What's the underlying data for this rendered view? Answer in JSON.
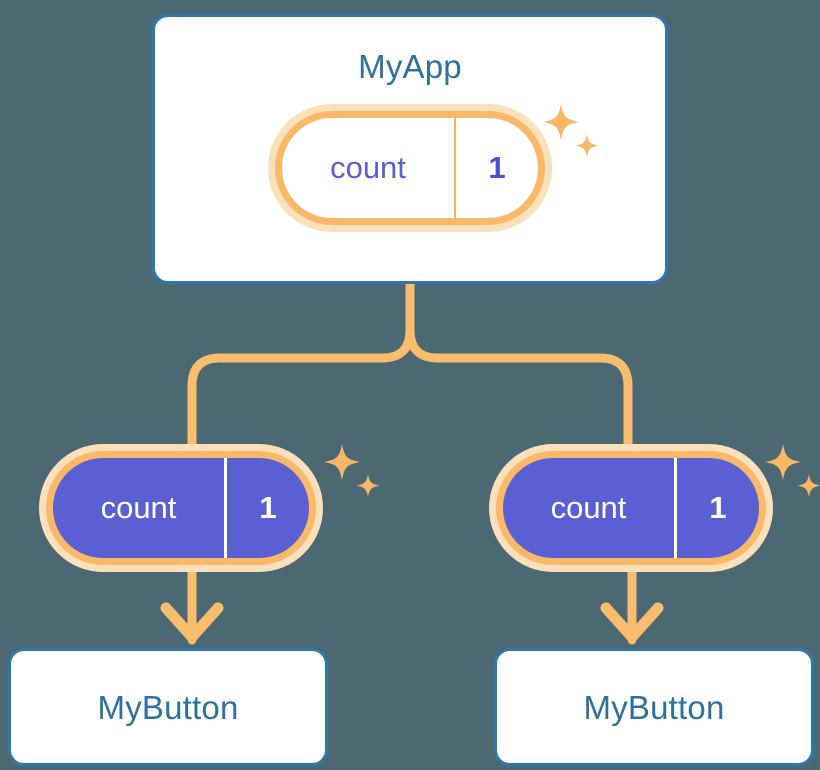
{
  "theme": {
    "background": "#4c6873",
    "card_border": "#2e78ac",
    "card_fill": "#ffffff",
    "title_text": "#2e719e",
    "signal_ring_inner": "#f9b968",
    "signal_ring_outer": "#fbe0bb",
    "signal_fill": "#5b5fd4",
    "signal_text_on_white": "#5b5fd4",
    "signal_text_on_violet": "#ffffff",
    "connector": "#f9bd6e"
  },
  "diagram": {
    "type": "component-tree",
    "root": {
      "title": "MyApp",
      "signal": {
        "name": "count",
        "value": "1"
      }
    },
    "children": [
      {
        "title": "MyButton",
        "signal": {
          "name": "count",
          "value": "1"
        }
      },
      {
        "title": "MyButton",
        "signal": {
          "name": "count",
          "value": "1"
        }
      }
    ]
  },
  "icons": {
    "sparkle_large": "sparkle-four-point-large",
    "sparkle_small": "sparkle-four-point-small"
  }
}
